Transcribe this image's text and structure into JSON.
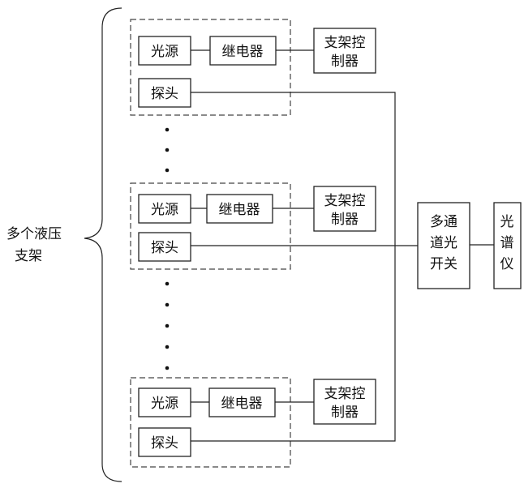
{
  "group_label": {
    "line1": "多个液压",
    "line2": "支架"
  },
  "supports": [
    {
      "light_source": "光源",
      "relay": "继电器",
      "controller_line1": "支架控",
      "controller_line2": "制器",
      "probe": "探头"
    },
    {
      "light_source": "光源",
      "relay": "继电器",
      "controller_line1": "支架控",
      "controller_line2": "制器",
      "probe": "探头"
    },
    {
      "light_source": "光源",
      "relay": "继电器",
      "controller_line1": "支架控",
      "controller_line2": "制器",
      "probe": "探头"
    }
  ],
  "optical_switch": {
    "line1": "多通",
    "line2": "道光",
    "line3": "开关"
  },
  "spectrometer": {
    "line1": "光",
    "line2": "谱",
    "line3": "仪"
  }
}
